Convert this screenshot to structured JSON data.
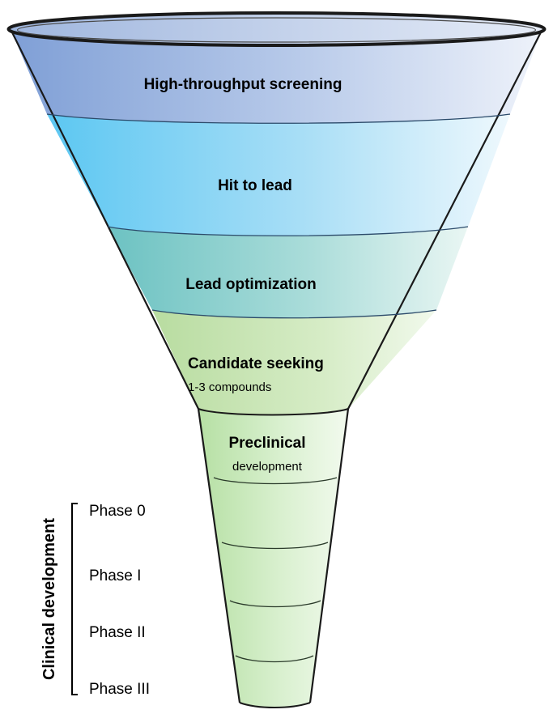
{
  "stages": [
    {
      "label": "High-throughput screening",
      "sublabel": ""
    },
    {
      "label": "Hit to lead",
      "sublabel": ""
    },
    {
      "label": "Lead optimization",
      "sublabel": ""
    },
    {
      "label": "Candidate seeking",
      "sublabel": "1-3 compounds"
    },
    {
      "label": "Preclinical",
      "sublabel": "development"
    }
  ],
  "clinical": {
    "group_label": "Clinical development",
    "phases": [
      "Phase 0",
      "Phase I",
      "Phase II",
      "Phase III"
    ]
  },
  "colors": {
    "screening": "#9db4e0",
    "hit": "#8fd3f2",
    "lead_opt": "#8fd0cc",
    "candidate": "#c8e6b4",
    "stem": "#d4efc8",
    "outline": "#1a1a1a"
  }
}
